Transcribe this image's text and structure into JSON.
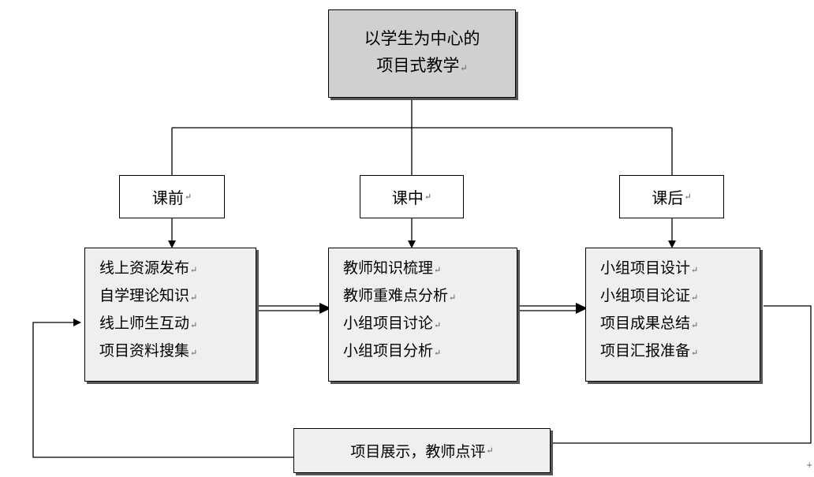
{
  "root": {
    "line1": "以学生为中心的",
    "line2": "项目式教学"
  },
  "phases": [
    {
      "label": "课前",
      "items": [
        "线上资源发布",
        "自学理论知识",
        "线上师生互动",
        "项目资料搜集"
      ]
    },
    {
      "label": "课中",
      "items": [
        "教师知识梳理",
        "教师重难点分析",
        "小组项目讨论",
        "小组项目分析"
      ]
    },
    {
      "label": "课后",
      "items": [
        "小组项目设计",
        "小组项目论证",
        "项目成果总结",
        "项目汇报准备"
      ]
    }
  ],
  "feedback": {
    "label": "项目展示，教师点评"
  },
  "paragraph_mark": "↵"
}
